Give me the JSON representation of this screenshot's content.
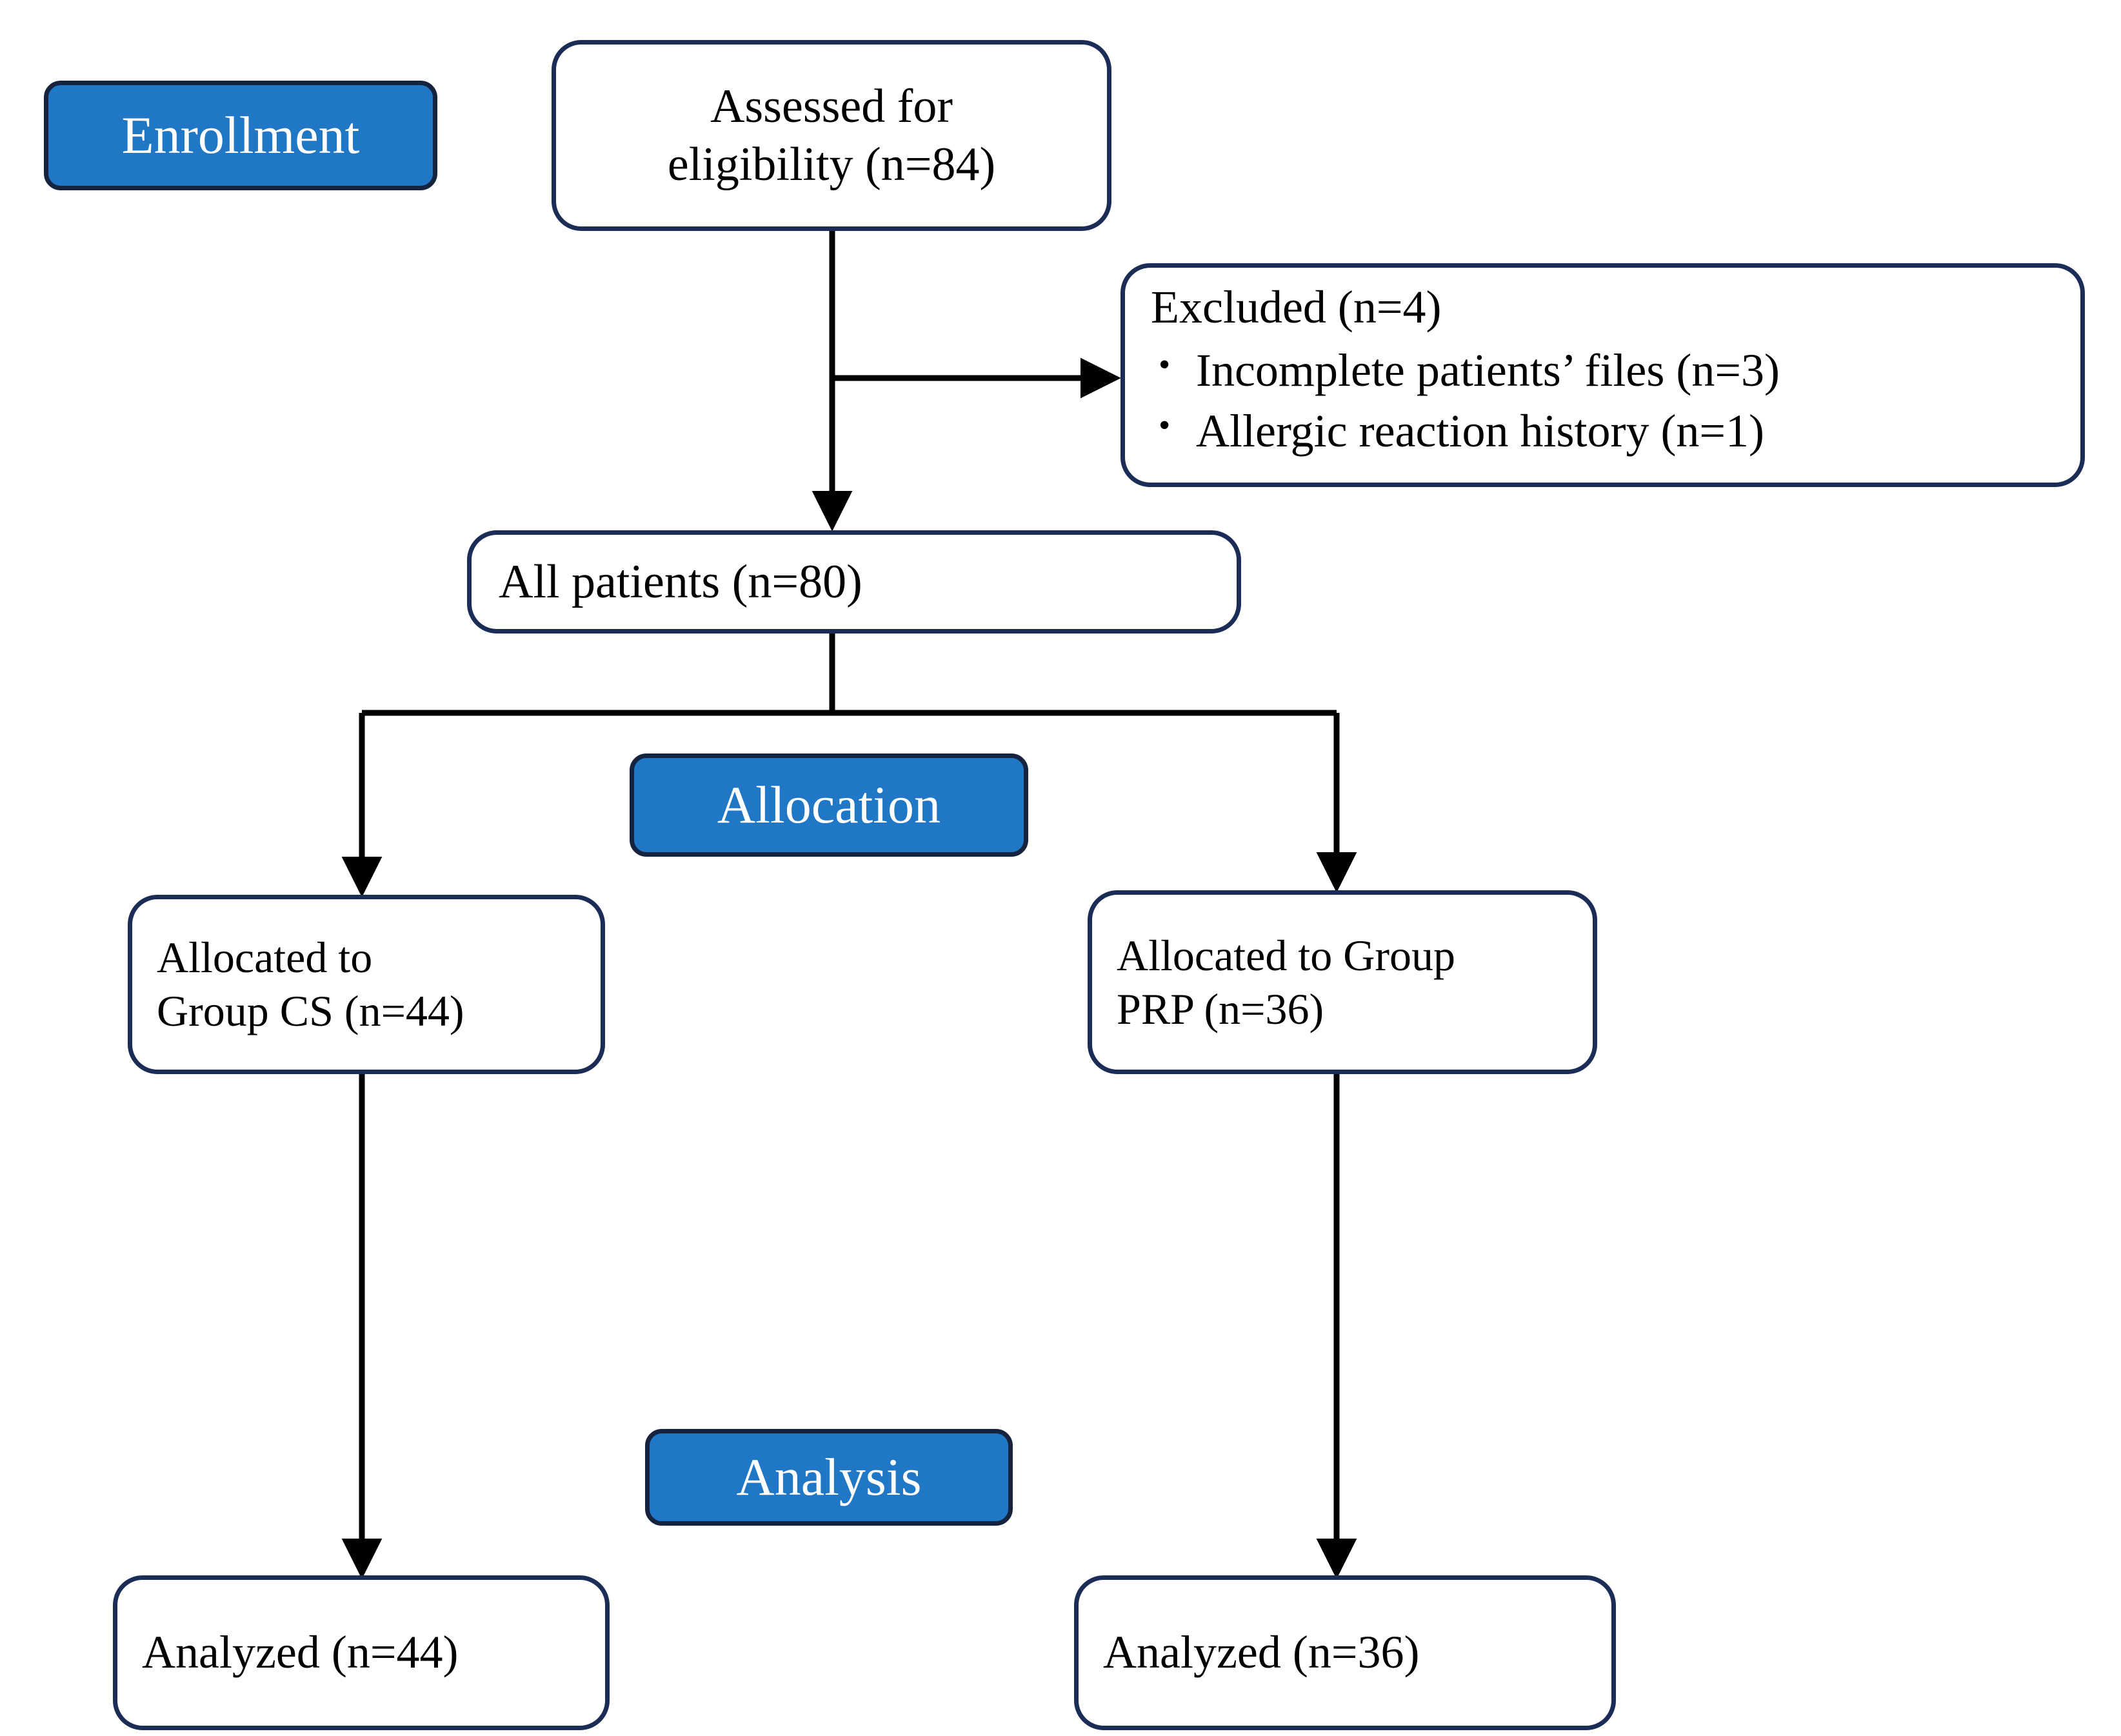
{
  "diagram": {
    "title": "CONSORT participant flow diagram",
    "colors": {
      "stage_fill": "#2077C6",
      "stage_text": "#FFFFFF",
      "node_border": "#1B2C56",
      "node_fill": "#FFFFFF",
      "connector": "#000000"
    }
  },
  "stages": {
    "enrollment": "Enrollment",
    "allocation": "Allocation",
    "analysis": "Analysis"
  },
  "nodes": {
    "assessed": {
      "line1": "Assessed for",
      "line2": "eligibility (n=84)"
    },
    "excluded": {
      "header": "Excluded (n=4)",
      "bullets": [
        "Incomplete patients’ files (n=3)",
        "Allergic reaction history (n=1)"
      ]
    },
    "all_patients": {
      "line1": "All patients (n=80)"
    },
    "allocated_cs": {
      "line1": "Allocated to",
      "line2": "Group CS (n=44)"
    },
    "allocated_prp": {
      "line1": "Allocated to Group",
      "line2": "PRP (n=36)"
    },
    "analyzed_cs": {
      "line1": "Analyzed (n=44)"
    },
    "analyzed_prp": {
      "line1": "Analyzed (n=36)"
    }
  },
  "chart_data": {
    "type": "diagram",
    "flow": [
      {
        "id": "assessed",
        "label": "Assessed for eligibility (n=84)",
        "n": 84,
        "stage": "Enrollment"
      },
      {
        "id": "excluded",
        "label": "Excluded (n=4)",
        "n": 4,
        "stage": "Enrollment",
        "reasons": [
          {
            "label": "Incomplete patients’ files",
            "n": 3
          },
          {
            "label": "Allergic reaction history",
            "n": 1
          }
        ]
      },
      {
        "id": "all_patients",
        "label": "All patients (n=80)",
        "n": 80,
        "stage": "Enrollment"
      },
      {
        "id": "allocated_cs",
        "label": "Allocated to Group CS (n=44)",
        "n": 44,
        "stage": "Allocation"
      },
      {
        "id": "allocated_prp",
        "label": "Allocated to Group PRP (n=36)",
        "n": 36,
        "stage": "Allocation"
      },
      {
        "id": "analyzed_cs",
        "label": "Analyzed (n=44)",
        "n": 44,
        "stage": "Analysis"
      },
      {
        "id": "analyzed_prp",
        "label": "Analyzed (n=36)",
        "n": 36,
        "stage": "Analysis"
      }
    ],
    "edges": [
      {
        "from": "assessed",
        "to": "excluded"
      },
      {
        "from": "assessed",
        "to": "all_patients"
      },
      {
        "from": "all_patients",
        "to": "allocated_cs"
      },
      {
        "from": "all_patients",
        "to": "allocated_prp"
      },
      {
        "from": "allocated_cs",
        "to": "analyzed_cs"
      },
      {
        "from": "allocated_prp",
        "to": "analyzed_prp"
      }
    ]
  }
}
